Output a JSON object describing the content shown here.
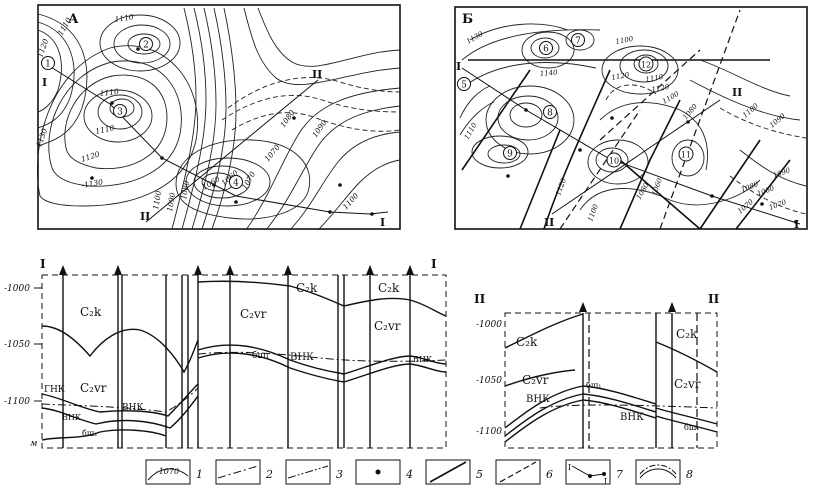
{
  "map_a": {
    "letter": "А",
    "contour_labels": [
      "1110",
      "1110",
      "1120",
      "-1130",
      "1110",
      "1120",
      "1110",
      "-1130",
      "1060",
      "1080",
      "1070",
      "1090",
      "1100",
      "1100",
      "1090",
      "1080",
      "1070",
      "1060"
    ],
    "wells": [
      "1",
      "2",
      "3",
      "4"
    ],
    "section_marks": [
      "I",
      "I",
      "II",
      "II"
    ]
  },
  "map_b": {
    "letter": "Б",
    "contour_labels": [
      "1130",
      "1140",
      "1100",
      "1120",
      "1110",
      "1120",
      "1100",
      "1080",
      "1110",
      "1100",
      "1090",
      "1080",
      "1070",
      "1090",
      "1060",
      "1070",
      "1080",
      "1100",
      "1060",
      "1120"
    ],
    "wells": [
      "5",
      "6",
      "7",
      "8",
      "9",
      "10",
      "11",
      "12"
    ],
    "section_marks": [
      "I",
      "I",
      "II",
      "II"
    ]
  },
  "section_1": {
    "ends": [
      "I",
      "I"
    ],
    "y_ticks": [
      "-1000",
      "-1050",
      "-1100"
    ],
    "unit": "м",
    "labels": {
      "c2k_a": "C₂k",
      "c2k_b": "C₂k",
      "c2k_c": "C₂k",
      "c2vr_a": "C₂vr",
      "c2vr_b": "C₂vr",
      "c2vr_c": "C₂vr",
      "gnk": "ГНК",
      "vnk_a": "ВНК",
      "vnk_b": "ВНК",
      "vnk_c": "ВНК",
      "vnk_d": "ВНК",
      "bsh_a": "бш₁",
      "bsh_b": "бш₁"
    }
  },
  "section_2": {
    "ends": [
      "II",
      "II"
    ],
    "y_ticks": [
      "-1000",
      "-1050",
      "-1100"
    ],
    "labels": {
      "c2k_a": "C₂k",
      "c2k_b": "C₂k",
      "c2vr_a": "C₂vr",
      "c2vr_b": "C₂vr",
      "vnk_a": "ВНК",
      "vnk_b": "ВНК",
      "bsh_a": "бш₁",
      "bsh_b": "бш₁"
    }
  },
  "legend": {
    "sample_label": "-1070",
    "items": [
      "1",
      "2",
      "3",
      "4",
      "5",
      "6",
      "7",
      "8"
    ],
    "mini_marks": [
      "I",
      "I"
    ]
  }
}
